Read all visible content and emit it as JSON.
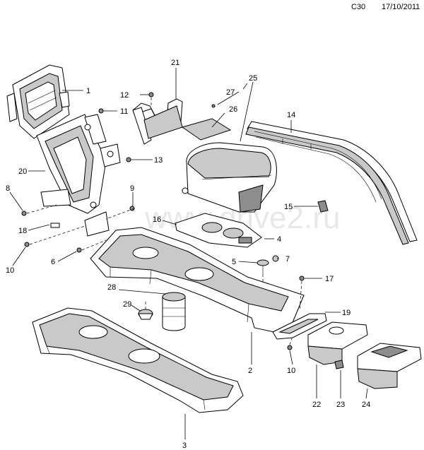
{
  "header": {
    "code": "C30",
    "date": "17/10/2011"
  },
  "watermark": {
    "text": "www.drive2.ru"
  },
  "callouts": [
    {
      "id": "1",
      "label": "1"
    },
    {
      "id": "2",
      "label": "2"
    },
    {
      "id": "3",
      "label": "3"
    },
    {
      "id": "4",
      "label": "4"
    },
    {
      "id": "5",
      "label": "5"
    },
    {
      "id": "6",
      "label": "6"
    },
    {
      "id": "7",
      "label": "7"
    },
    {
      "id": "8",
      "label": "8"
    },
    {
      "id": "9",
      "label": "9"
    },
    {
      "id": "10a",
      "label": "10"
    },
    {
      "id": "10b",
      "label": "10"
    },
    {
      "id": "11",
      "label": "11"
    },
    {
      "id": "12",
      "label": "12"
    },
    {
      "id": "13",
      "label": "13"
    },
    {
      "id": "14",
      "label": "14"
    },
    {
      "id": "15",
      "label": "15"
    },
    {
      "id": "16",
      "label": "16"
    },
    {
      "id": "17",
      "label": "17"
    },
    {
      "id": "18",
      "label": "18"
    },
    {
      "id": "19",
      "label": "19"
    },
    {
      "id": "20",
      "label": "20"
    },
    {
      "id": "21",
      "label": "21"
    },
    {
      "id": "22",
      "label": "22"
    },
    {
      "id": "23",
      "label": "23"
    },
    {
      "id": "24",
      "label": "24"
    },
    {
      "id": "25",
      "label": "25"
    },
    {
      "id": "26",
      "label": "26"
    },
    {
      "id": "27",
      "label": "27"
    },
    {
      "id": "28",
      "label": "28"
    },
    {
      "id": "29",
      "label": "29"
    }
  ]
}
